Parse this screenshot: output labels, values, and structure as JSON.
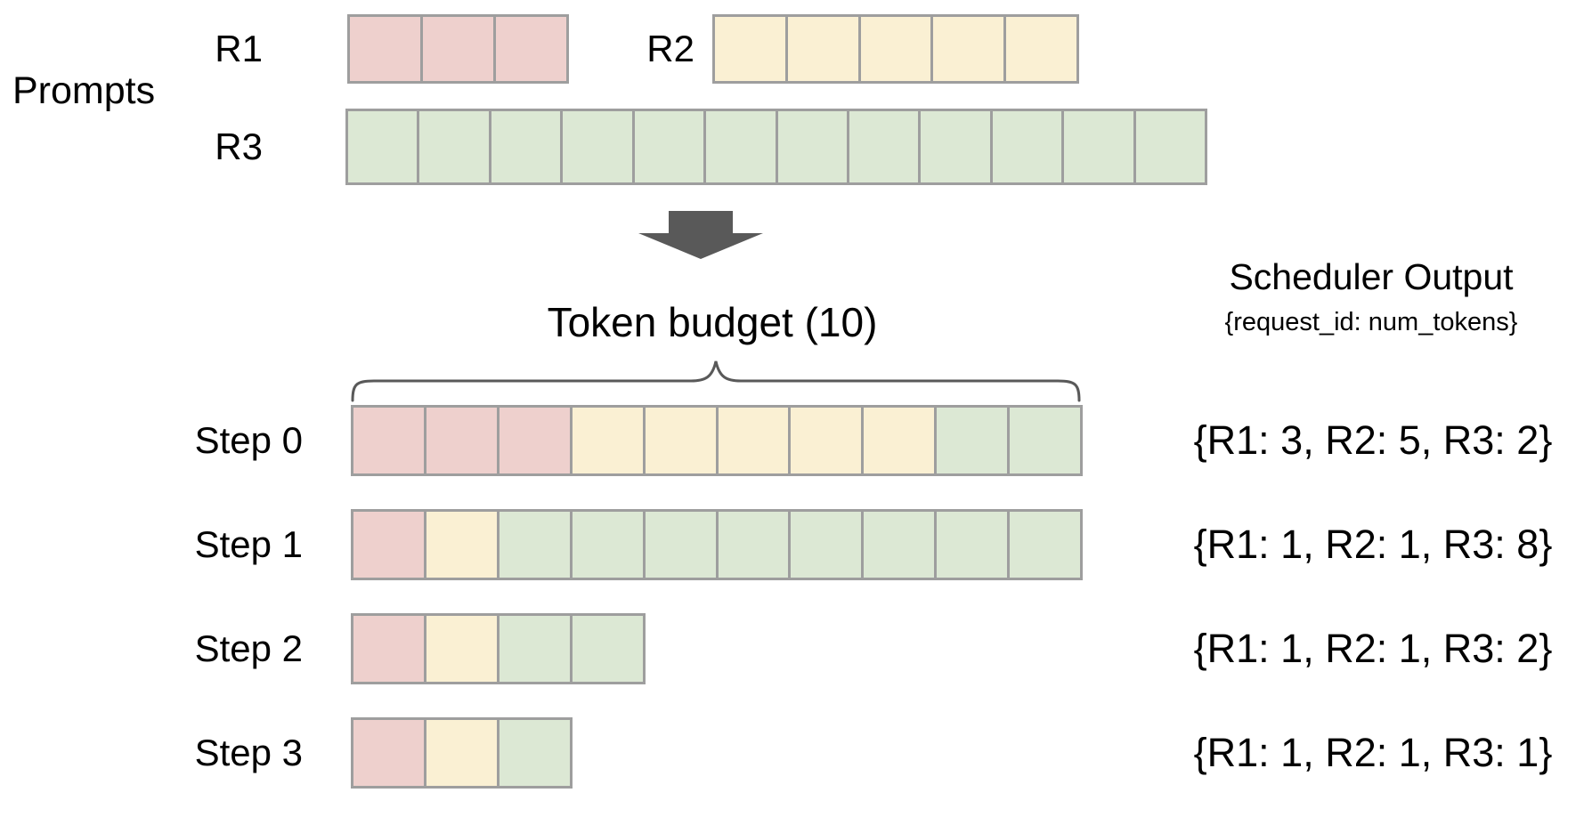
{
  "colors": {
    "r1": "#eed0cd",
    "r2": "#faf0d3",
    "r3": "#dce8d4",
    "cell_border": "#9e9e9e",
    "arrow": "#595959",
    "brace": "#595959",
    "text": "#000000"
  },
  "prompts": {
    "section_label": "Prompts",
    "requests": [
      {
        "label": "R1",
        "num_tokens": 3,
        "segments": [
          [
            "r1",
            3
          ]
        ]
      },
      {
        "label": "R2",
        "num_tokens": 5,
        "segments": [
          [
            "r2",
            5
          ]
        ]
      },
      {
        "label": "R3",
        "num_tokens": 12,
        "segments": [
          [
            "r3",
            12
          ]
        ]
      }
    ]
  },
  "token_budget": {
    "label": "Token budget (10)",
    "value": 10
  },
  "scheduler_output": {
    "title": "Scheduler Output",
    "subtitle": "{request_id: num_tokens}",
    "steps": [
      {
        "label": "Step 0",
        "output": "{R1: 3, R2: 5, R3: 2}",
        "segments": [
          [
            "r1",
            3
          ],
          [
            "r2",
            5
          ],
          [
            "r3",
            2
          ]
        ]
      },
      {
        "label": "Step 1",
        "output": "{R1: 1, R2: 1, R3: 8}",
        "segments": [
          [
            "r1",
            1
          ],
          [
            "r2",
            1
          ],
          [
            "r3",
            8
          ]
        ]
      },
      {
        "label": "Step 2",
        "output": "{R1: 1, R2: 1, R3: 2}",
        "segments": [
          [
            "r1",
            1
          ],
          [
            "r2",
            1
          ],
          [
            "r3",
            2
          ]
        ]
      },
      {
        "label": "Step 3",
        "output": "{R1: 1, R2: 1, R3: 1}",
        "segments": [
          [
            "r1",
            1
          ],
          [
            "r2",
            1
          ],
          [
            "r3",
            1
          ]
        ]
      }
    ]
  }
}
